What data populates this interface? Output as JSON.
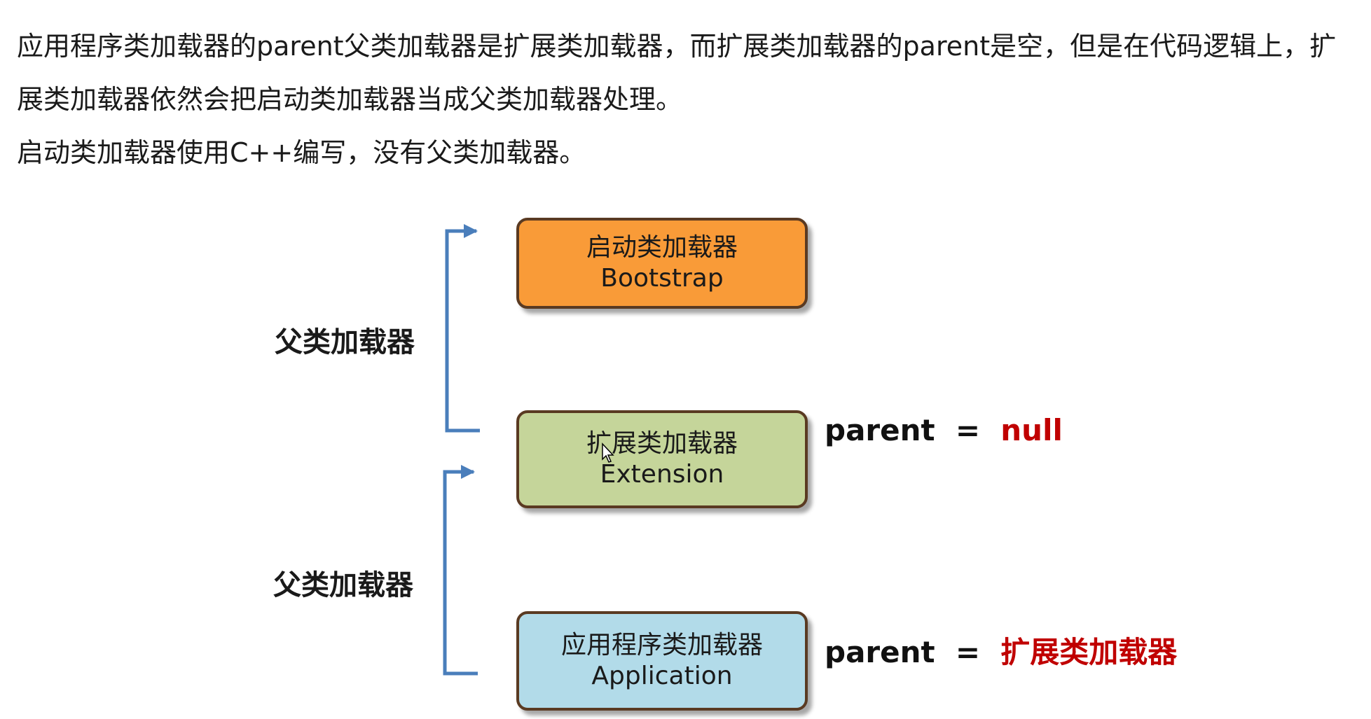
{
  "intro": {
    "line1": "应用程序类加载器的parent父类加载器是扩展类加载器，而扩展类加载器的parent是空，但是在代码逻辑上，扩展类加载器依然会把启动类加载器当成父类加载器处理。",
    "line2": "启动类加载器使用C++编写，没有父类加载器。"
  },
  "brackets": [
    {
      "label": "父类加载器"
    },
    {
      "label": "父类加载器"
    }
  ],
  "loaders": [
    {
      "name_cn": "启动类加载器",
      "name_en": "Bootstrap",
      "color": "#f99b38"
    },
    {
      "name_cn": "扩展类加载器",
      "name_en": "Extension",
      "color": "#c5d59a"
    },
    {
      "name_cn": "应用程序类加载器",
      "name_en": "Application",
      "color": "#b2dbe9"
    }
  ],
  "parent_notes": [
    {
      "prefix": "parent  =  ",
      "value": "null"
    },
    {
      "prefix": "parent  =  ",
      "value": "扩展类加载器"
    }
  ],
  "colors": {
    "arrow": "#4a7ebb",
    "border": "#5a3a22",
    "highlight": "#c00000"
  }
}
